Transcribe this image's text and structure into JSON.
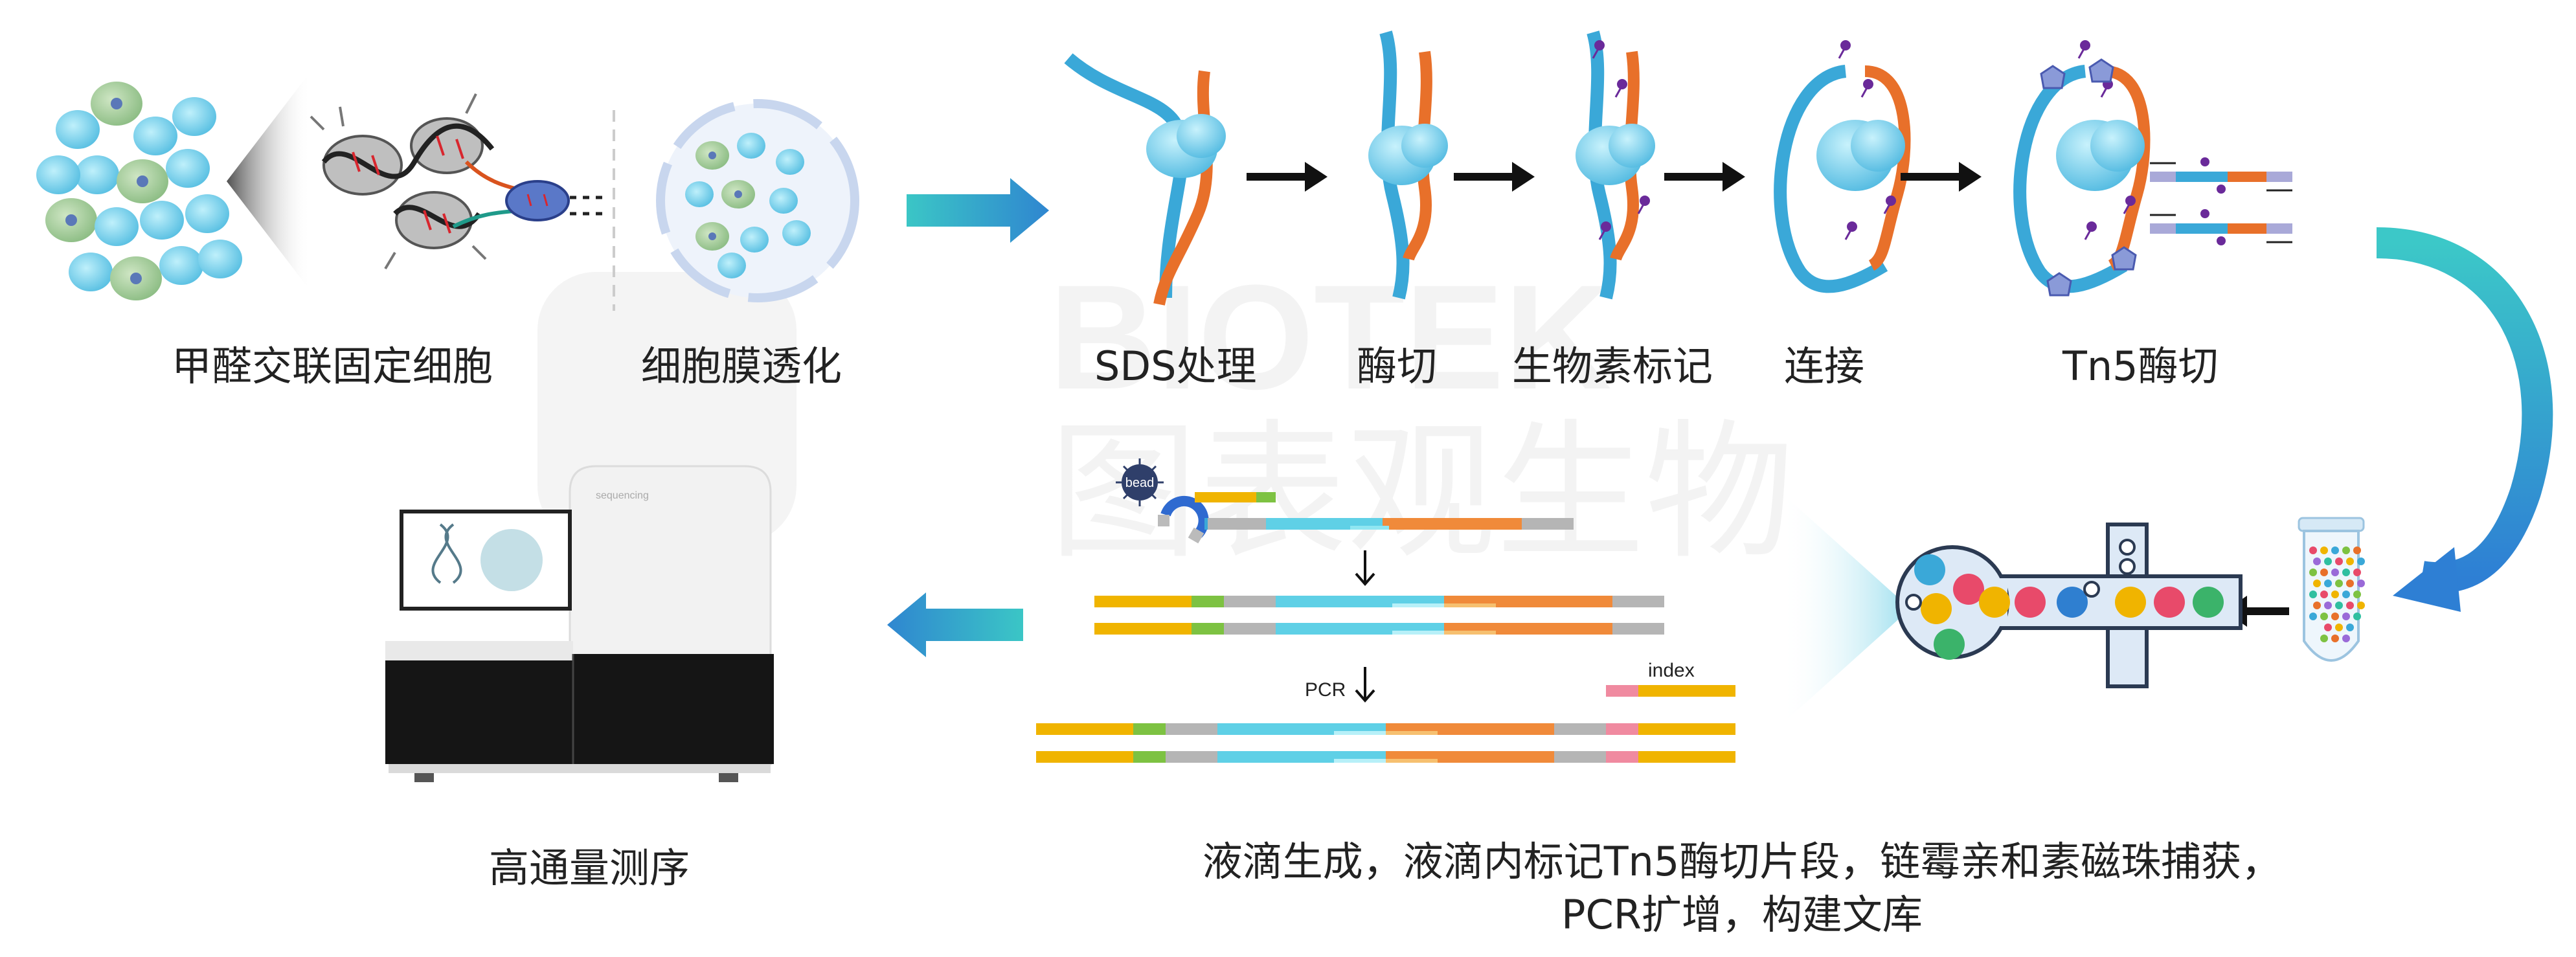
{
  "steps_top": [
    {
      "id": "crosslink",
      "label": "甲醛交联固定细胞"
    },
    {
      "id": "permeabilize",
      "label": "细胞膜透化"
    },
    {
      "id": "sds",
      "label": "SDS处理"
    },
    {
      "id": "digest",
      "label": "酶切"
    },
    {
      "id": "biotin",
      "label": "生物素标记"
    },
    {
      "id": "ligate",
      "label": "连接"
    },
    {
      "id": "tn5",
      "label": "Tn5酶切"
    }
  ],
  "steps_bottom": {
    "droplet_line1": "液滴生成，液滴内标记Tn5酶切片段，链霉亲和素磁珠捕获，",
    "droplet_line2": "PCR扩增，构建文库",
    "sequencing": "高通量测序"
  },
  "annotations": {
    "bead": "bead",
    "pcr": "PCR",
    "index": "index",
    "sequencer_brand": "sequencing"
  },
  "watermark": {
    "latin": "BIOTEK",
    "chinese": "图表观生物"
  },
  "colors": {
    "cell_blue": "#5fc4e0",
    "cell_green": "#8fbf8a",
    "strand_blue": "#3aa8d8",
    "strand_orange": "#e8702a",
    "arrow_teal": "#3bbcc8",
    "arrow_blue": "#2f7fd0",
    "lib_yellow": "#f0b400",
    "lib_green": "#7dc242",
    "lib_grey": "#b5b5b5",
    "lib_cyan": "#5fd0e6",
    "lib_orange": "#f08a3a",
    "lib_pink": "#f08aa0"
  }
}
